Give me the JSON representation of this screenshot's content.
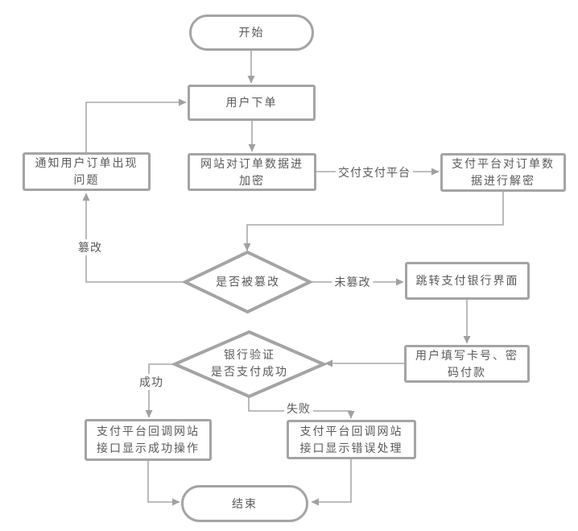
{
  "colors": {
    "node_border": "#a4a4a4",
    "connector": "#a9a9a9",
    "arrowhead": "#a0a0a0",
    "text": "#595959",
    "background": "#ffffff"
  },
  "nodes": {
    "start": "开始",
    "user_order": "用户下单",
    "encrypt": "网站对订单数据进\n加密",
    "decrypt": "支付平台对订单数\n据进行解密",
    "notify_problem": "通知用户订单出现\n问题",
    "check_tampered": "是否被篡改",
    "jump_bank": "跳转支付银行界面",
    "fill_card": "用户填写卡号、密\n码付款",
    "verify_pay": "银行验证\n是否支付成功",
    "callback_success": "支付平台回调网站\n接口显示成功操作",
    "callback_error": "支付平台回调网站\n接口显示错误处理",
    "end": "结束"
  },
  "edge_labels": {
    "deliver_platform": "交付支付平台",
    "tampered": "篡改",
    "not_tampered": "未篡改",
    "success": "成功",
    "fail": "失败"
  }
}
